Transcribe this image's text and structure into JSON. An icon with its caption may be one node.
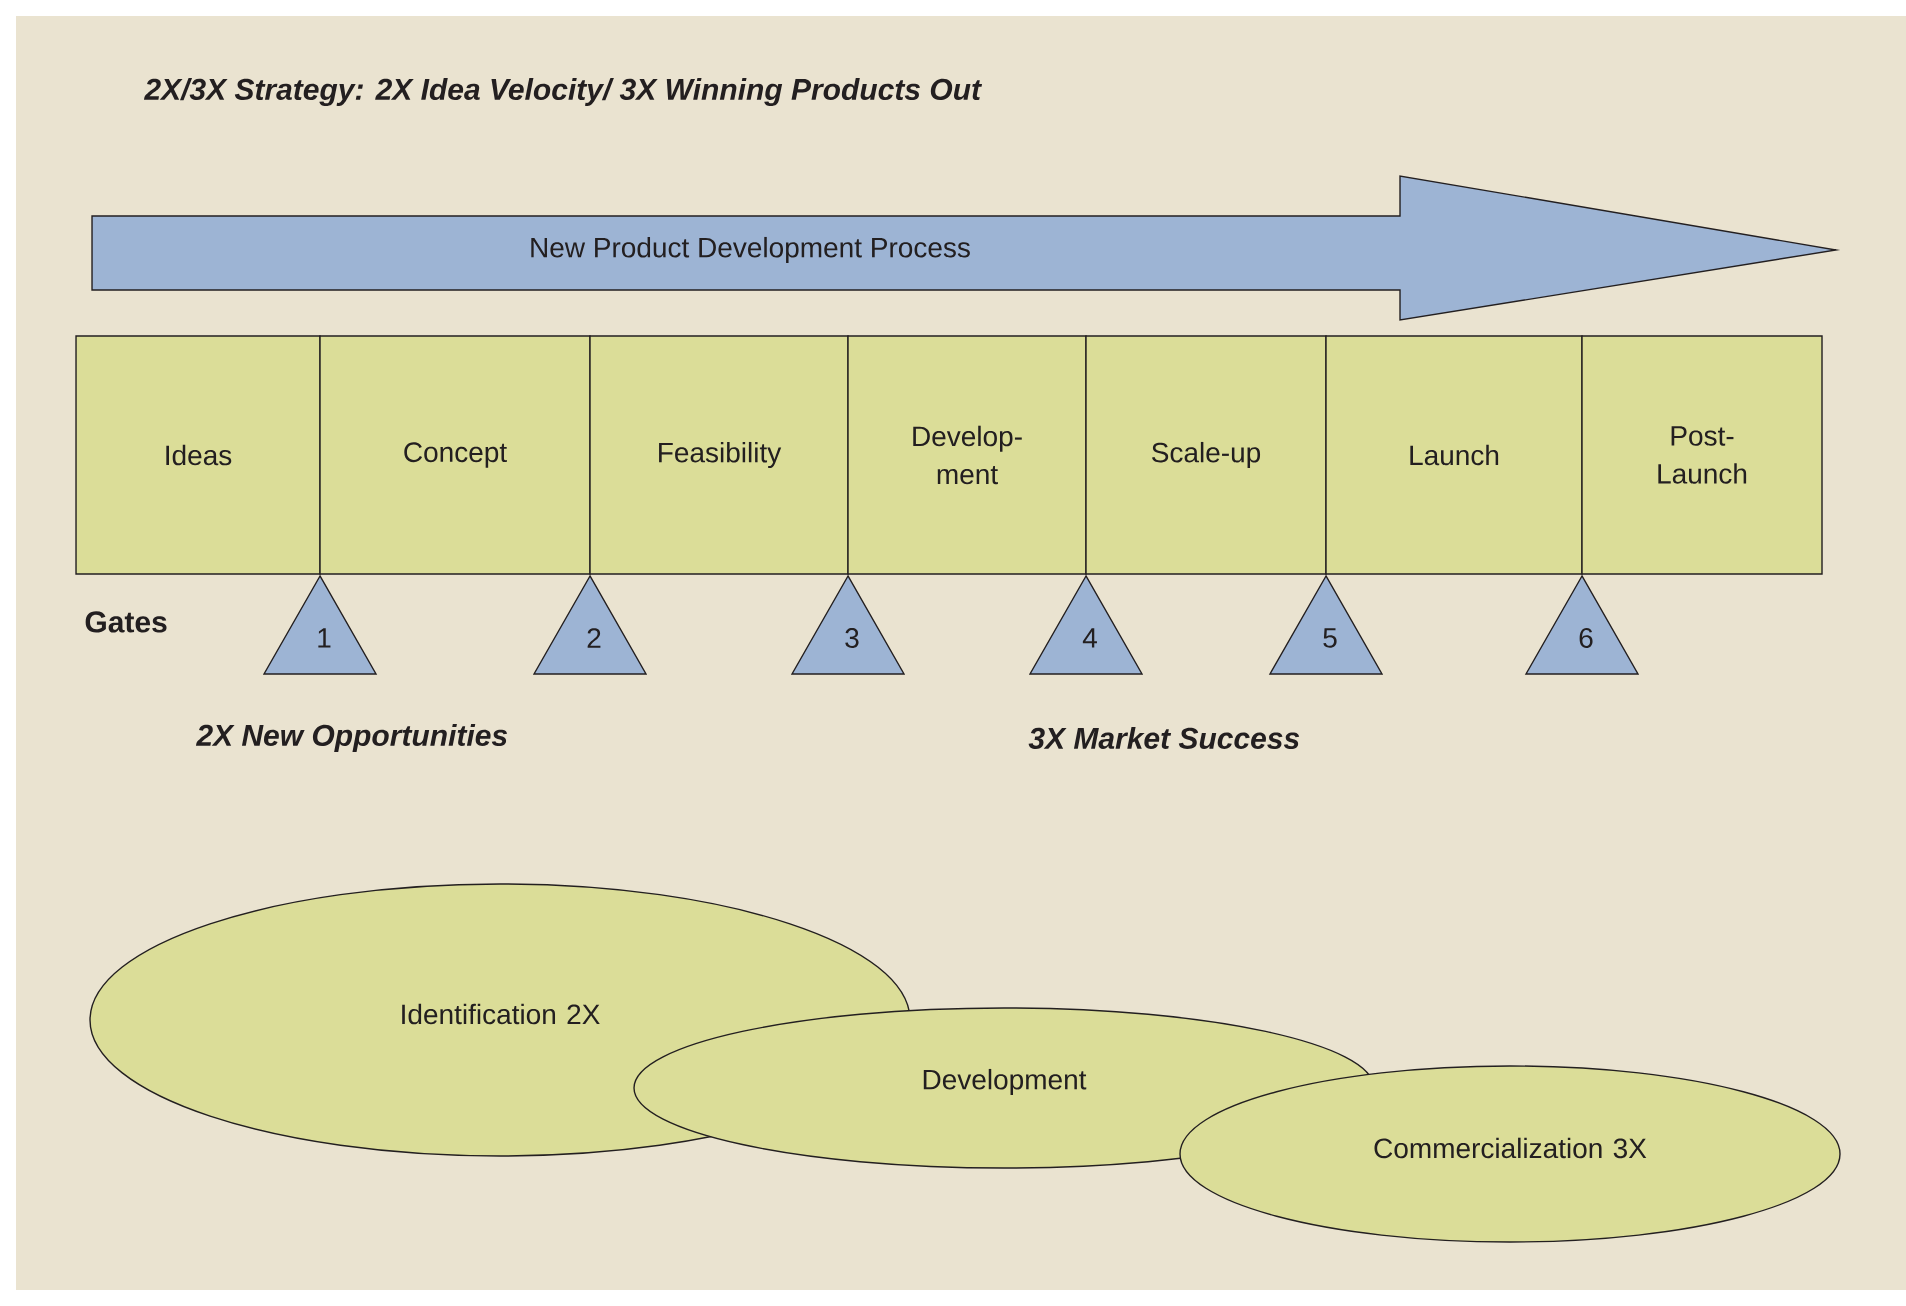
{
  "diagram": {
    "title": "2X/3X Strategy: 2X Idea Velocity/ 3X Winning Products Out",
    "nodes": [
      {
        "text": [
          "New Product Development Process"
        ]
      },
      {
        "text": [
          "Ideas"
        ]
      },
      {
        "text": [
          "Concept"
        ]
      },
      {
        "text": [
          "Feasibility"
        ]
      },
      {
        "text": [
          "Develop- ment"
        ]
      },
      {
        "text": [
          "Scale-up"
        ]
      },
      {
        "text": [
          "Launch"
        ]
      },
      {
        "text": [
          "Post- Launch"
        ]
      },
      {
        "text": [
          "1"
        ]
      },
      {
        "text": [
          "2"
        ]
      },
      {
        "text": [
          "3"
        ]
      },
      {
        "text": [
          "4"
        ]
      },
      {
        "text": [
          "5"
        ]
      },
      {
        "text": [
          "6"
        ]
      },
      {
        "text": [
          "Identification 2X"
        ]
      },
      {
        "text": [
          "Development"
        ]
      },
      {
        "text": [
          "Commercialization 3X"
        ]
      }
    ],
    "edges": [],
    "labels": [
      "Gates",
      "2X New Opportunities",
      "3X Market Success"
    ]
  }
}
